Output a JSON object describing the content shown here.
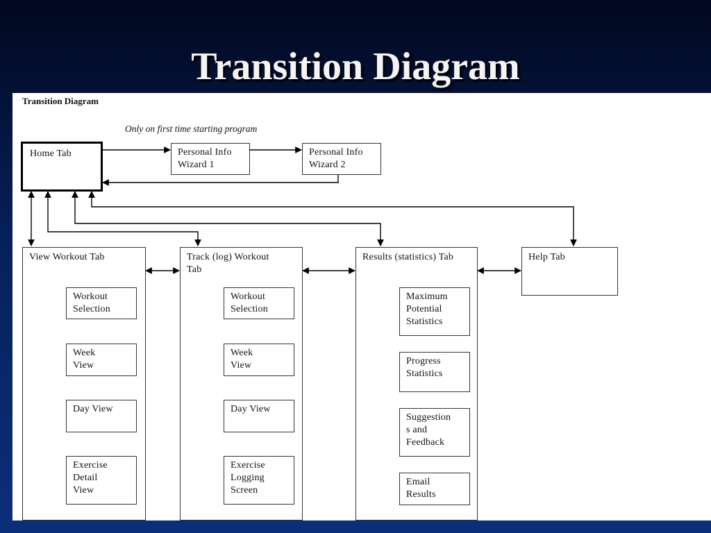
{
  "slide": {
    "title": "Transition Diagram"
  },
  "diagram": {
    "caption": "Transition Diagram",
    "note": "Only on first time starting program",
    "home": "Home Tab",
    "wizard1": "Personal Info\nWizard 1",
    "wizard2": "Personal Info\nWizard 2",
    "tabs": {
      "view": {
        "label": "View Workout Tab",
        "items": [
          "Workout\nSelection",
          "Week\nView",
          "Day View",
          "Exercise\nDetail\nView"
        ]
      },
      "track": {
        "label": "Track (log) Workout\nTab",
        "items": [
          "Workout\nSelection",
          "Week\nView",
          "Day View",
          "Exercise\nLogging\nScreen"
        ]
      },
      "results": {
        "label": "Results (statistics) Tab",
        "items": [
          "Maximum\nPotential\nStatistics",
          "Progress\nStatistics",
          "Suggestion\ns and\nFeedback",
          "Email\nResults"
        ]
      },
      "help": {
        "label": "Help Tab"
      }
    }
  }
}
